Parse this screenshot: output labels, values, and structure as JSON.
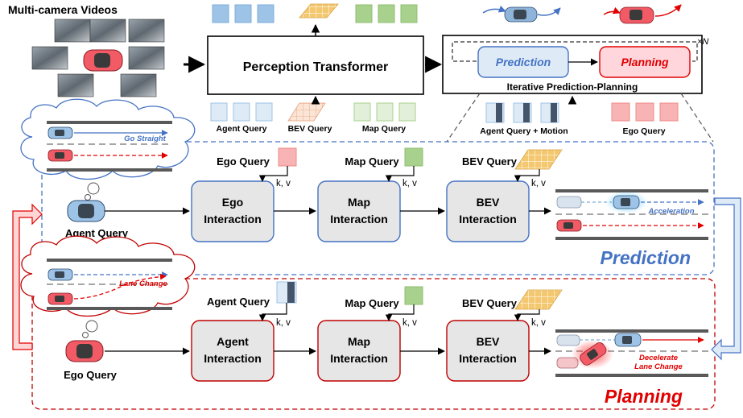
{
  "top": {
    "videos_label": "Multi-camera Videos",
    "perception_label": "Perception Transformer",
    "iterative_label": "Iterative Prediction-Planning",
    "prediction_label": "Prediction",
    "planning_label": "Planning",
    "times_n_label": "×N",
    "agent_query_label": "Agent Query",
    "bev_query_label": "BEV Query",
    "map_query_label": "Map Query",
    "agent_query_motion_label": "Agent Query + Motion",
    "ego_query_label": "Ego Query"
  },
  "prediction": {
    "section_title": "Prediction",
    "agent_label": "Agent Query",
    "go_straight_label": "Go Straight",
    "acceleration_label": "Acceleration",
    "kv_label": "k, v",
    "modules": [
      {
        "line1": "Ego",
        "line2": "Interaction",
        "query": "Ego Query"
      },
      {
        "line1": "Map",
        "line2": "Interaction",
        "query": "Map Query"
      },
      {
        "line1": "BEV",
        "line2": "Interaction",
        "query": "BEV Query"
      }
    ]
  },
  "planning": {
    "section_title": "Planning",
    "ego_label": "Ego Query",
    "lane_change_label": "Lane Change",
    "decelerate_label": "Decelerate",
    "lane_change_label_2": "Lane Change",
    "kv_label": "k, v",
    "modules": [
      {
        "line1": "Agent",
        "line2": "Interaction",
        "query": "Agent Query"
      },
      {
        "line1": "Map",
        "line2": "Interaction",
        "query": "Map Query"
      },
      {
        "line1": "BEV",
        "line2": "Interaction",
        "query": "BEV Query"
      }
    ]
  },
  "colors": {
    "blue_accent": "#4472C4",
    "red_accent": "#E00000",
    "module_fill": "#E6E6E6",
    "agent_token": "#C9D9F1",
    "map_token": "#A9D18E",
    "bev_token": "#F8CBAD",
    "ego_token": "#F8B4B4",
    "bev_grid": "#F4C870"
  }
}
